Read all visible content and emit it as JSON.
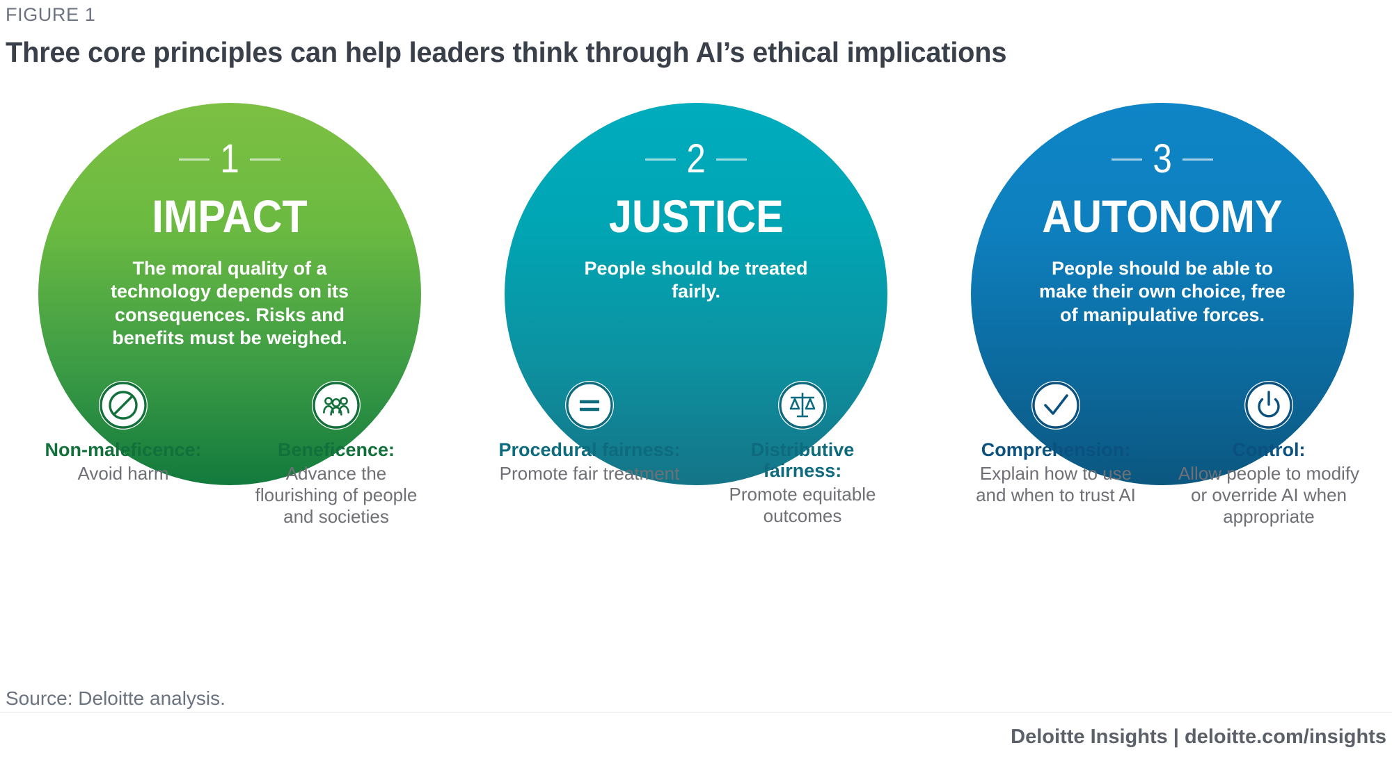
{
  "header": {
    "figure_label": "FIGURE 1",
    "title": "Three core principles can help leaders think through AI’s ethical implications"
  },
  "colors": {
    "green_top": "#7cc043",
    "green_bottom": "#127a3d",
    "green_dark": "#12703a",
    "teal_top": "#00acbd",
    "teal_bottom": "#147487",
    "teal_dark": "#0d6b7d",
    "blue_top": "#0e85c6",
    "blue_bottom": "#0b5780",
    "blue_dark": "#0a5180",
    "title_text": "#3a4049",
    "body_text": "#6e7076"
  },
  "principles": [
    {
      "number": "1",
      "name": "IMPACT",
      "description": "The moral quality of a technology depends on its consequences. Risks and benefits must be weighed.",
      "sub_items": [
        {
          "icon": "prohibition-icon",
          "title": "Non-maleficence:",
          "body": "Avoid harm"
        },
        {
          "icon": "people-group-icon",
          "title": "Beneficence:",
          "body": "Advance the flourishing of people and societies"
        }
      ]
    },
    {
      "number": "2",
      "name": "JUSTICE",
      "description": "People should be treated fairly.",
      "sub_items": [
        {
          "icon": "equals-icon",
          "title": "Procedural fairness:",
          "body": "Promote fair treatment"
        },
        {
          "icon": "scales-balance-icon",
          "title": "Distributive fairness:",
          "body": "Promote equitable outcomes"
        }
      ]
    },
    {
      "number": "3",
      "name": "AUTONOMY",
      "description": "People should be able to make their own choice, free of manipulative forces.",
      "sub_items": [
        {
          "icon": "checkmark-icon",
          "title": "Comprehension:",
          "body": "Explain how to use and when to trust AI"
        },
        {
          "icon": "power-button-icon",
          "title": "Control:",
          "body": "Allow people to modify or override AI when appropriate"
        }
      ]
    }
  ],
  "footer": {
    "source": "Source: Deloitte analysis.",
    "brand": "Deloitte Insights | deloitte.com/insights"
  }
}
